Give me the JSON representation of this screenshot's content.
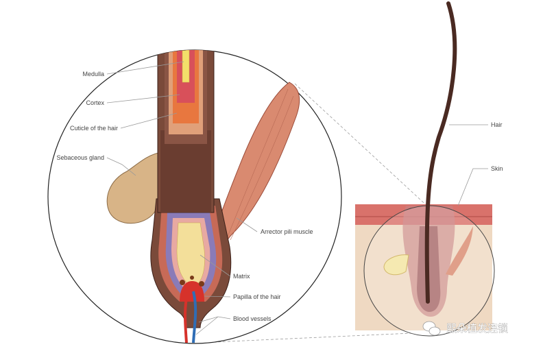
{
  "diagram": {
    "labels": {
      "medulla": "Medulla",
      "cortex": "Cortex",
      "cuticle": "Cuticle of the hair",
      "sebaceous": "Sebaceous gland",
      "arrector": "Arrector pili muscle",
      "matrix": "Matrix",
      "papilla": "Papilla of the hair",
      "blood": "Blood vessels",
      "hair": "Hair",
      "skin": "Skin"
    },
    "watermark": "熙朵植发连锁",
    "colors": {
      "hair_dark": "#5a3328",
      "skin_top": "#d9726b",
      "skin_fill": "#efd9c2",
      "gland": "#d8b487",
      "muscle": "#d98a70",
      "blood_red": "#d6322b",
      "blood_blue": "#2f6db5"
    }
  }
}
